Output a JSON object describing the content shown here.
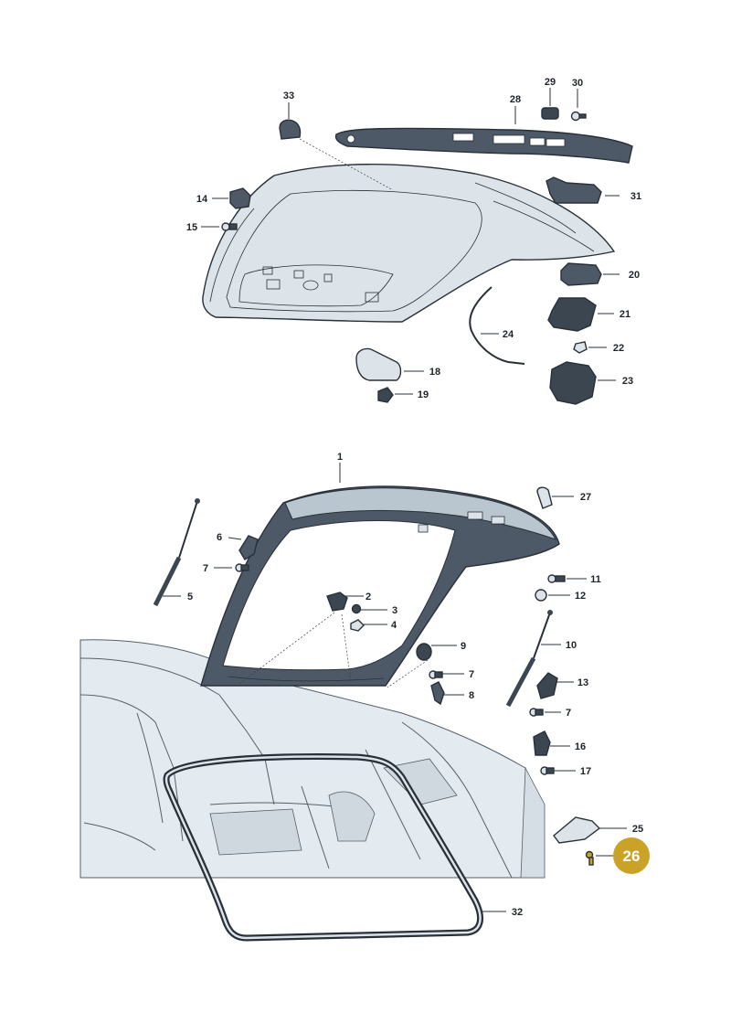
{
  "colors": {
    "panel_light": "#dce4ea",
    "panel_mid": "#b9c6d0",
    "panel_dark": "#4d5966",
    "part_dark": "#3c4650",
    "outline": "#2a3038",
    "highlight": "#c9a227",
    "highlight_text": "#ffffff"
  },
  "callouts": [
    {
      "id": "1",
      "text": "1"
    },
    {
      "id": "2",
      "text": "2"
    },
    {
      "id": "3",
      "text": "3"
    },
    {
      "id": "4",
      "text": "4"
    },
    {
      "id": "5",
      "text": "5"
    },
    {
      "id": "6",
      "text": "6"
    },
    {
      "id": "7a",
      "text": "7"
    },
    {
      "id": "7b",
      "text": "7"
    },
    {
      "id": "7c",
      "text": "7"
    },
    {
      "id": "8",
      "text": "8"
    },
    {
      "id": "9",
      "text": "9"
    },
    {
      "id": "10",
      "text": "10"
    },
    {
      "id": "11",
      "text": "11"
    },
    {
      "id": "12",
      "text": "12"
    },
    {
      "id": "13",
      "text": "13"
    },
    {
      "id": "14",
      "text": "14"
    },
    {
      "id": "15",
      "text": "15"
    },
    {
      "id": "16",
      "text": "16"
    },
    {
      "id": "17",
      "text": "17"
    },
    {
      "id": "18",
      "text": "18"
    },
    {
      "id": "19",
      "text": "19"
    },
    {
      "id": "20",
      "text": "20"
    },
    {
      "id": "21",
      "text": "21"
    },
    {
      "id": "22",
      "text": "22"
    },
    {
      "id": "23",
      "text": "23"
    },
    {
      "id": "24",
      "text": "24"
    },
    {
      "id": "25",
      "text": "25"
    },
    {
      "id": "26",
      "text": "26",
      "highlighted": true
    },
    {
      "id": "27",
      "text": "27"
    },
    {
      "id": "28",
      "text": "28"
    },
    {
      "id": "29",
      "text": "29"
    },
    {
      "id": "30",
      "text": "30"
    },
    {
      "id": "31",
      "text": "31"
    },
    {
      "id": "32",
      "text": "32"
    },
    {
      "id": "33",
      "text": "33"
    }
  ]
}
